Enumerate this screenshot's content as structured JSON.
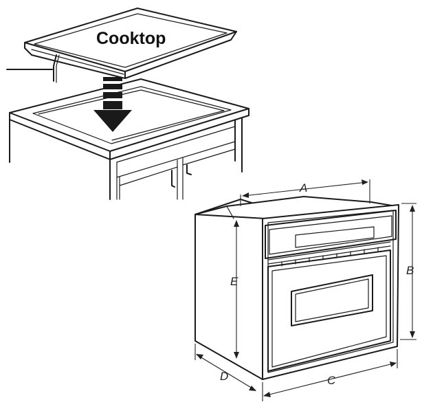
{
  "labels": {
    "cooktop": "Cooktop",
    "dim_a": "A",
    "dim_b": "B",
    "dim_c": "C",
    "dim_d": "D",
    "dim_e": "E"
  }
}
